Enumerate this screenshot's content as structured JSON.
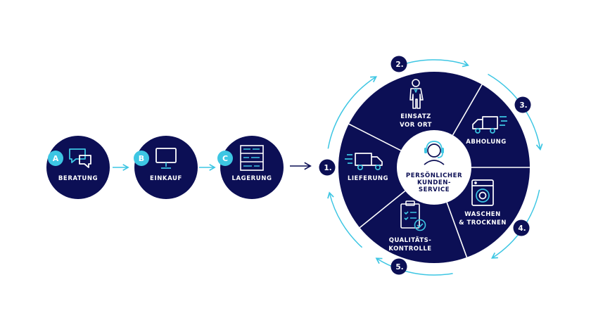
{
  "colors": {
    "navy": "#0c0f55",
    "cyan": "#3dc6e3",
    "white": "#ffffff"
  },
  "steps": [
    {
      "badge": "A",
      "label": "BERATUNG",
      "icon": "chat-bubbles-icon"
    },
    {
      "badge": "B",
      "label": "EINKAUF",
      "icon": "monitor-icon"
    },
    {
      "badge": "C",
      "label": "LAGERUNG",
      "icon": "shelf-icon"
    }
  ],
  "wheel": {
    "center_lines": [
      "PERSÖNLICHER",
      "KUNDEN-",
      "SERVICE"
    ],
    "center_icon": "headset-agent-icon",
    "segments": [
      {
        "number": "1.",
        "lines": [
          "LIEFERUNG"
        ],
        "icon": "truck-icon"
      },
      {
        "number": "2.",
        "lines": [
          "EINSATZ",
          "VOR ORT"
        ],
        "icon": "technician-icon"
      },
      {
        "number": "3.",
        "lines": [
          "ABHOLUNG"
        ],
        "icon": "fast-truck-icon"
      },
      {
        "number": "4.",
        "lines": [
          "WASCHEN",
          "& TROCKNEN"
        ],
        "icon": "washing-machine-icon"
      },
      {
        "number": "5.",
        "lines": [
          "QUALITÄTS-",
          "KONTROLLE"
        ],
        "icon": "clipboard-check-icon"
      }
    ]
  }
}
